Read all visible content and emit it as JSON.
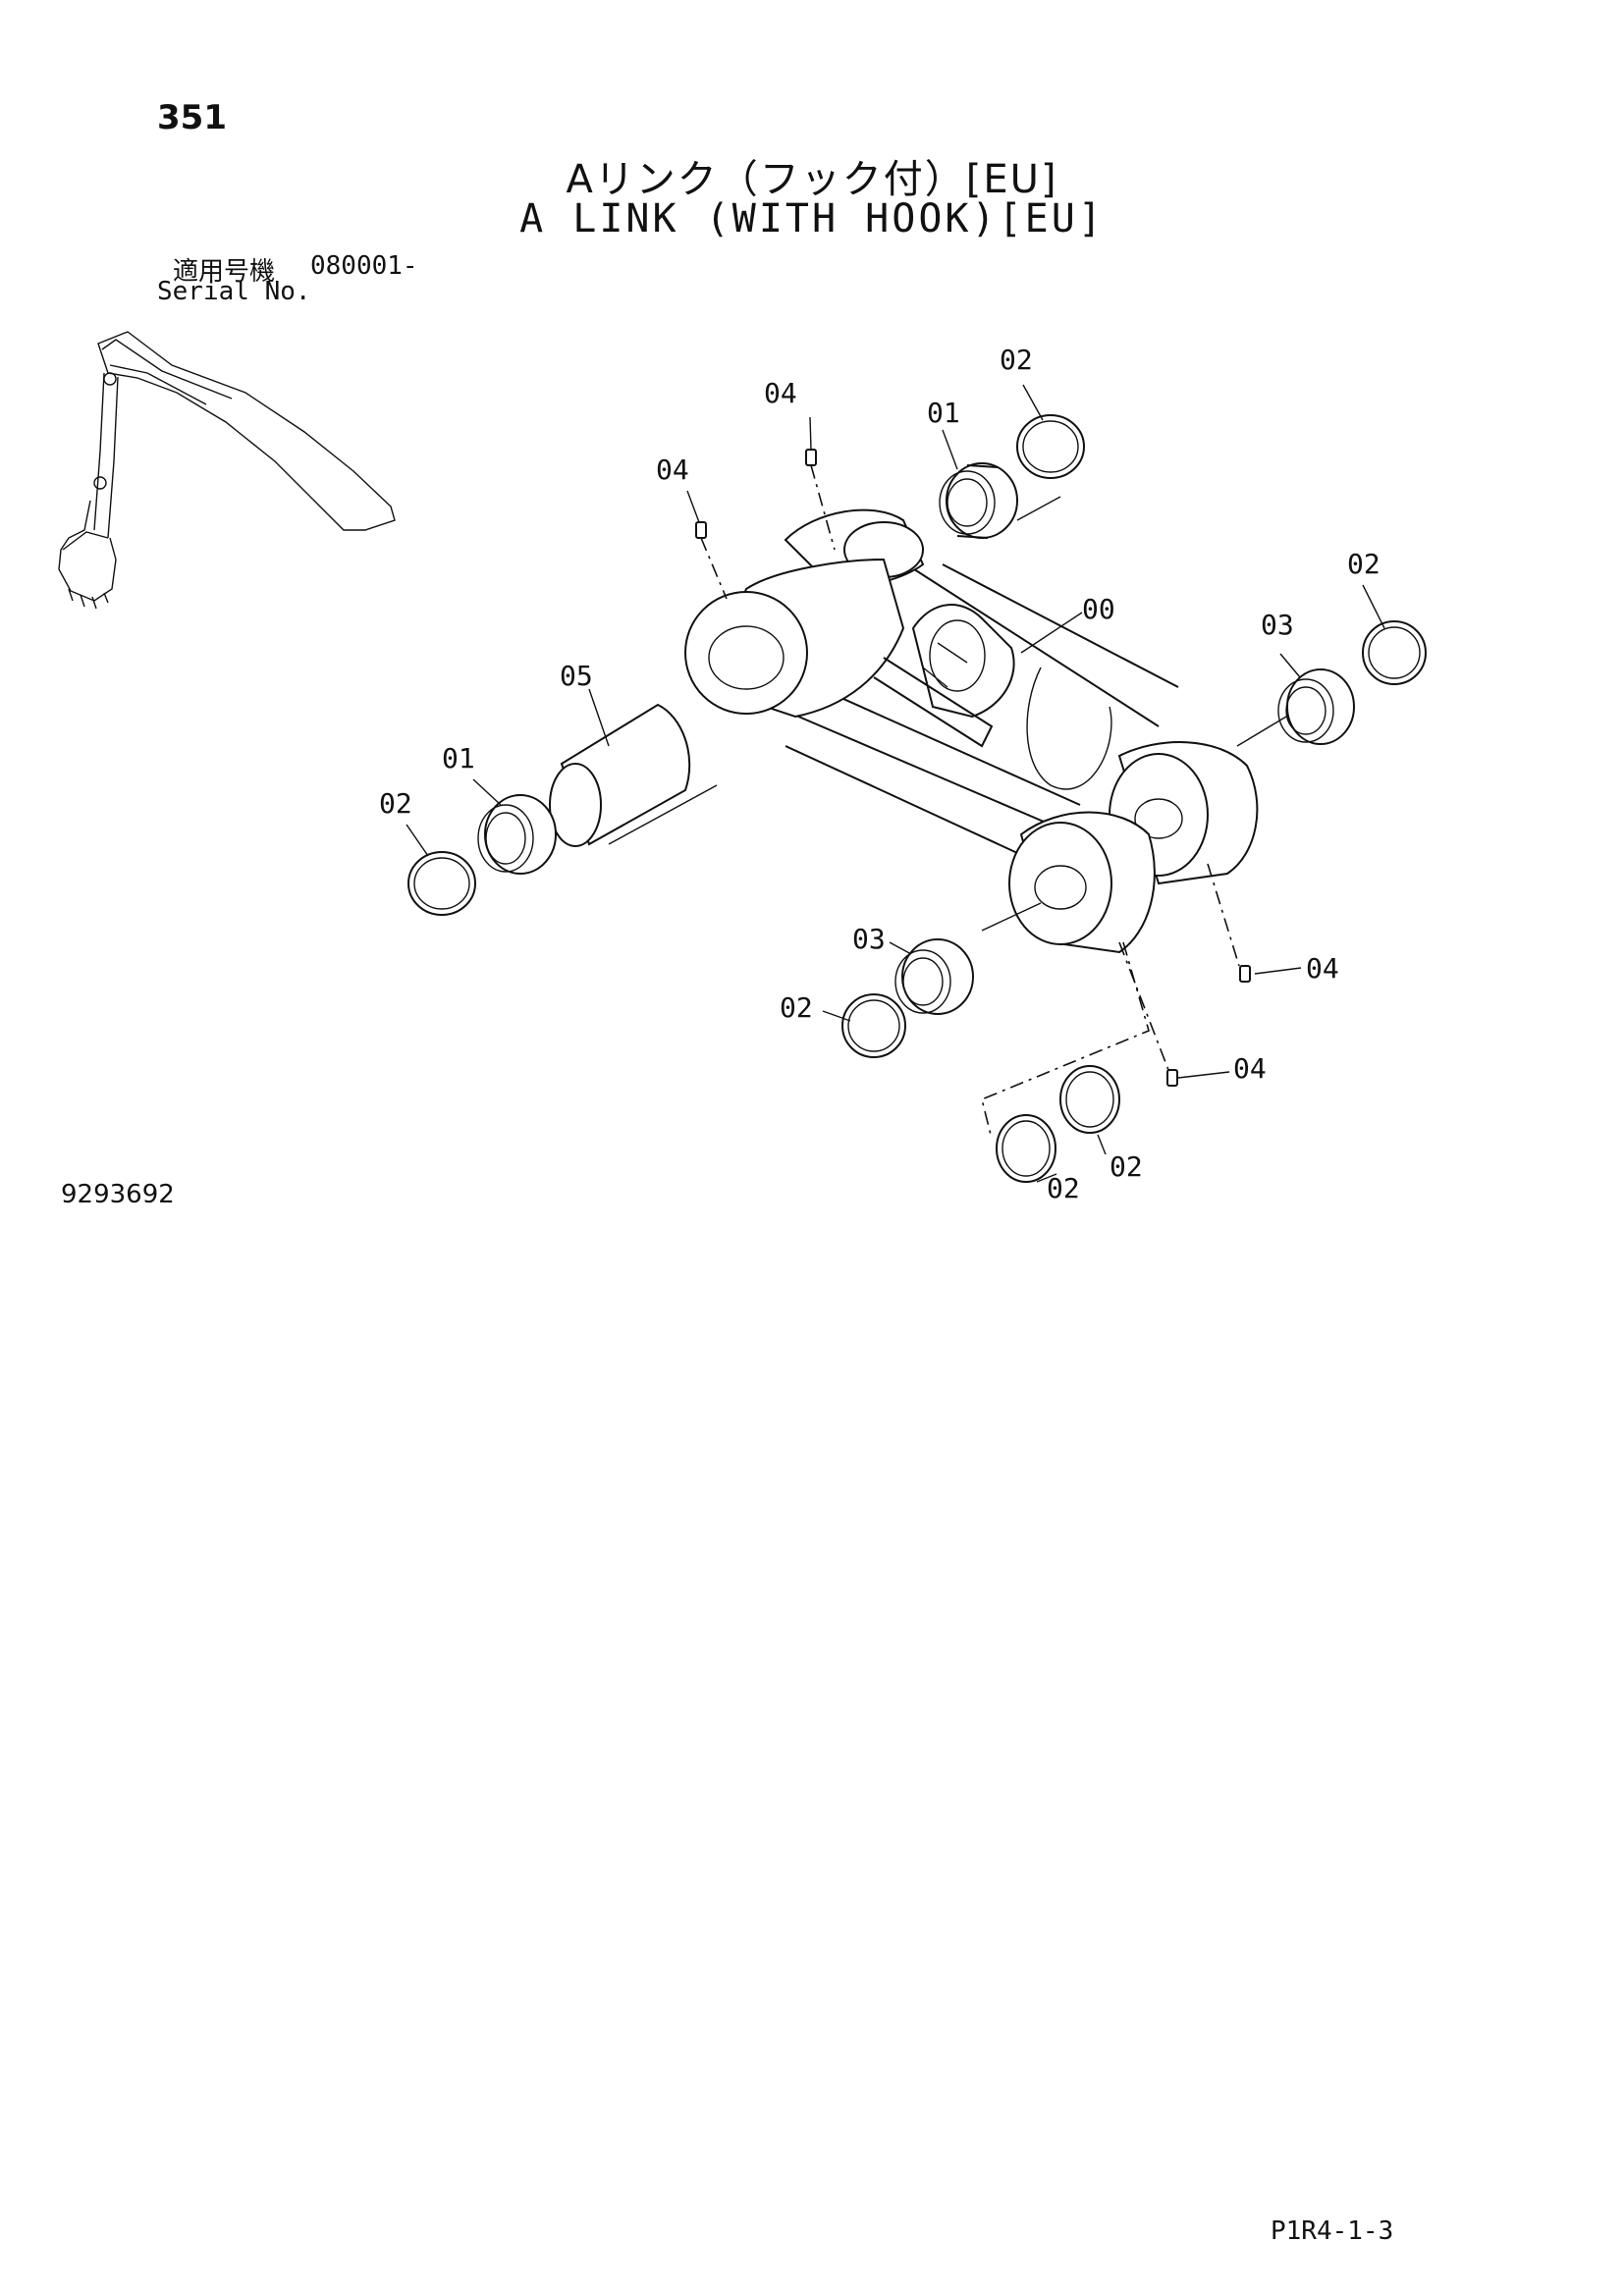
{
  "header": {
    "page_number": "351",
    "title_jp": "Aリンク（フック付）[EU]",
    "title_en": "A LINK (WITH HOOK)[EU]",
    "serial_label_jp": "適用号機",
    "serial_value": "080001-",
    "serial_label_en": "Serial No."
  },
  "callouts": [
    {
      "id": "c1",
      "text": "02"
    },
    {
      "id": "c2",
      "text": "04"
    },
    {
      "id": "c3",
      "text": "01"
    },
    {
      "id": "c4",
      "text": "04"
    },
    {
      "id": "c5",
      "text": "02"
    },
    {
      "id": "c6",
      "text": "00"
    },
    {
      "id": "c7",
      "text": "03"
    },
    {
      "id": "c8",
      "text": "05"
    },
    {
      "id": "c9",
      "text": "01"
    },
    {
      "id": "c10",
      "text": "02"
    },
    {
      "id": "c11",
      "text": "03"
    },
    {
      "id": "c12",
      "text": "04"
    },
    {
      "id": "c13",
      "text": "02"
    },
    {
      "id": "c14",
      "text": "04"
    },
    {
      "id": "c15",
      "text": "02"
    },
    {
      "id": "c16",
      "text": "02"
    }
  ],
  "footer": {
    "drawing_number": "9293692",
    "page_ref": "P1R4-1-3"
  }
}
